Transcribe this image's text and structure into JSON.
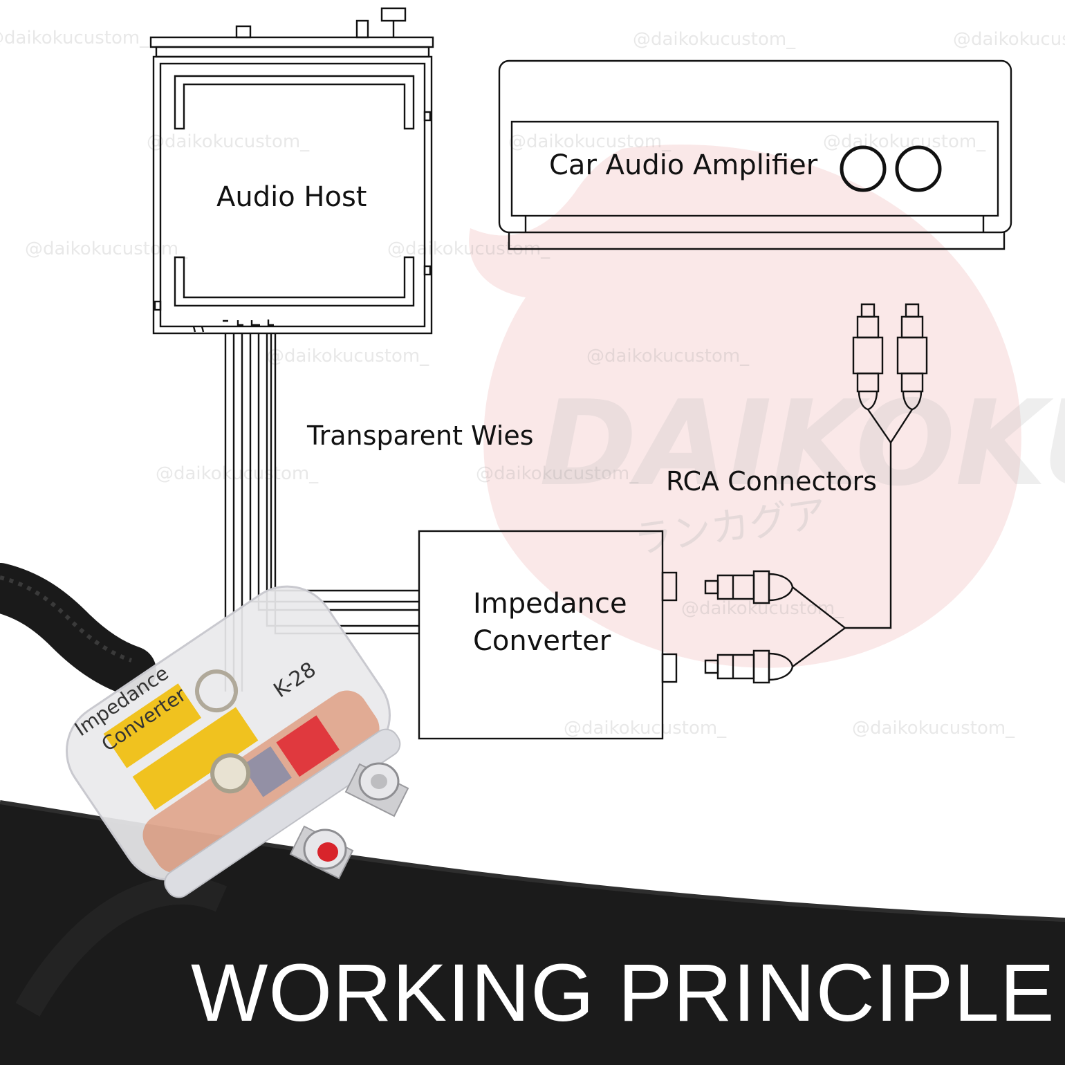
{
  "diagram": {
    "audio_host": {
      "label": "Audio Host"
    },
    "amplifier": {
      "label": "Car Audio Amplifier"
    },
    "wires": {
      "label": "Transparent Wies"
    },
    "rca": {
      "label": "RCA Connectors"
    },
    "converter": {
      "line1": "Impedance",
      "line2": "Converter"
    }
  },
  "device": {
    "label_line1": "Impedance",
    "label_line2": "Converter",
    "model": "K-28"
  },
  "brand": {
    "logo_text": "DAIKOKU",
    "katakana": "ランカグア"
  },
  "watermarks": [
    "@daikokucustom_",
    "@daikokucustom_",
    "@daikokucustom_",
    "@daikokucustom_",
    "@daikokucustom_",
    "@daikokucustom_",
    "@daikokucustom_",
    "@daikokucustom_",
    "@daikokucustom_",
    "@daikokucustom_",
    "@daikokucustom_",
    "@daikokucustom_",
    "@daikokucustom_",
    "@daikokucustom_",
    "@daikokucustom_",
    "@daikokucustom_"
  ],
  "footer": {
    "title": "WORKING PRINCIPLE"
  },
  "colors": {
    "line": "#111111",
    "footer_bg": "#1b1b1b",
    "brand_watermark": "#f3c9c9",
    "device_yellow": "#f0c21f",
    "device_red": "#e0393e"
  }
}
